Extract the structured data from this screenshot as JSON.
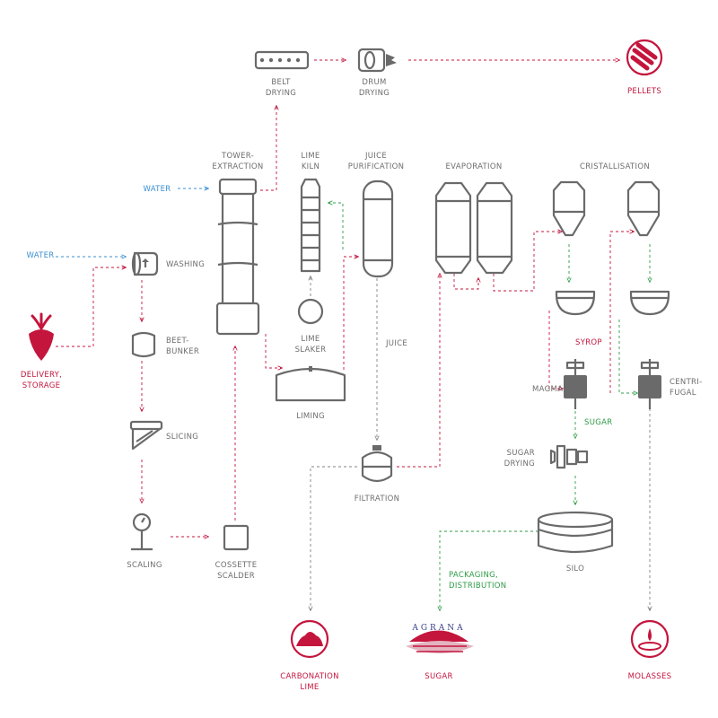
{
  "colors": {
    "equipment": "#6a6a6a",
    "label": "#6d6d6d",
    "product": "#c4153d",
    "water": "#3a8fd1",
    "sugar_flow": "#2e9b47",
    "flow_grey": "#808080"
  },
  "equipment": {
    "belt_drying": [
      "BELT",
      "DRYING"
    ],
    "drum_drying": [
      "DRUM",
      "DRYING"
    ],
    "tower_extraction": [
      "TOWER-",
      "EXTRACTION"
    ],
    "lime_kiln": [
      "LIME",
      "KILN"
    ],
    "juice_purification": [
      "JUICE",
      "PURIFICATION"
    ],
    "evaporation": "EVAPORATION",
    "cristallisation": "CRISTALLISATION",
    "washing": "WASHING",
    "beet_bunker": [
      "BEET-",
      "BUNKER"
    ],
    "lime_slaker": [
      "LIME",
      "SLAKER"
    ],
    "liming": "LIMING",
    "juice": "JUICE",
    "slicing": "SLICING",
    "scaling": "SCALING",
    "cossette_scalder": [
      "COSSETTE",
      "SCALDER"
    ],
    "filtration": "FILTRATION",
    "magma": "MAGMA",
    "centrifugal": [
      "CENTRI-",
      "FUGAL"
    ],
    "sugar_drying": [
      "SUGAR",
      "DRYING"
    ],
    "silo": "SILO"
  },
  "flows": {
    "water_top": "WATER",
    "water_left": "WATER",
    "syrop": "SYROP",
    "sugar": "SUGAR",
    "packaging": [
      "PACKAGING,",
      "DISTRIBUTION"
    ]
  },
  "products": {
    "pellets": "PELLETS",
    "delivery": [
      "DELIVERY,",
      "STORAGE"
    ],
    "carbonation_lime": [
      "CARBONATION",
      "LIME"
    ],
    "sugar": "SUGAR",
    "molasses": "MOLASSES"
  },
  "brand": {
    "logo_text": "AGRANA"
  }
}
